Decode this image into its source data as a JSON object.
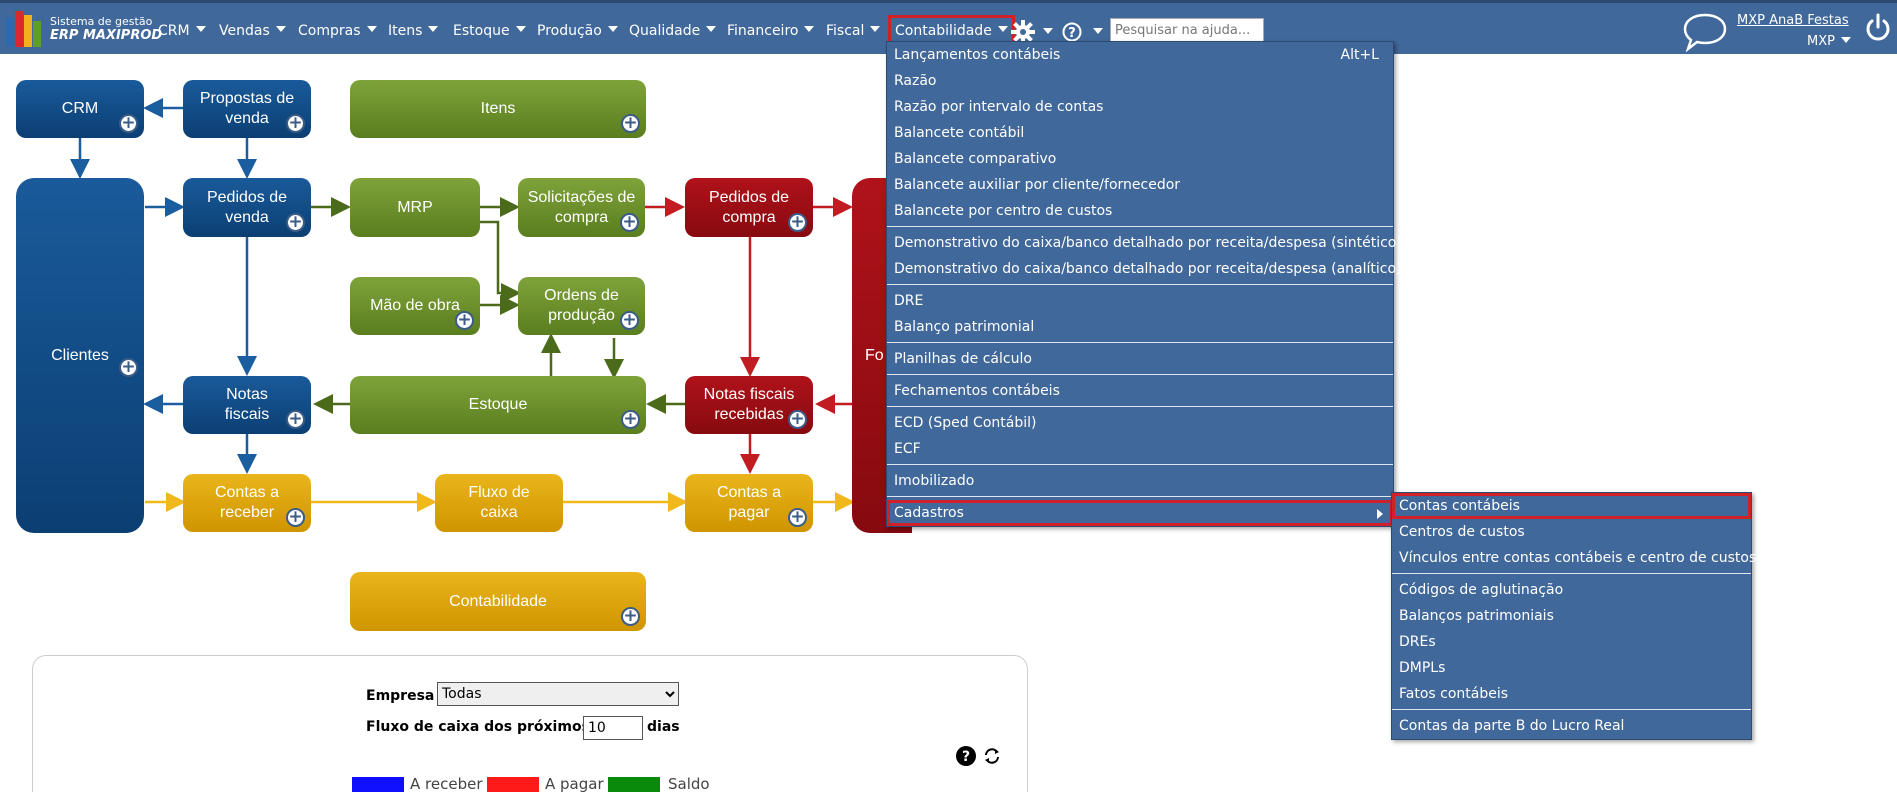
{
  "logo": {
    "line1": "Sistema de gestão",
    "line2": "ERP MAXIPROD"
  },
  "nav": [
    {
      "label": "CRM"
    },
    {
      "label": "Vendas"
    },
    {
      "label": "Compras"
    },
    {
      "label": "Itens"
    },
    {
      "label": "Estoque"
    },
    {
      "label": "Produção"
    },
    {
      "label": "Qualidade"
    },
    {
      "label": "Financeiro"
    },
    {
      "label": "Fiscal"
    },
    {
      "label": "Contabilidade"
    }
  ],
  "search": {
    "placeholder": "Pesquisar na ajuda..."
  },
  "user": {
    "name": "MXP AnaB Festas",
    "company": "MXP"
  },
  "diagram": {
    "crm": "CRM",
    "propostas": "Propostas de venda",
    "itens": "Itens",
    "clientes": "Clientes",
    "pedidos_venda": "Pedidos de venda",
    "mrp": "MRP",
    "solicitacoes": "Solicitações de compra",
    "pedidos_compra": "Pedidos de compra",
    "mao_obra": "Mão de obra",
    "ordens": "Ordens de produção",
    "notas_fiscais": "Notas fiscais",
    "estoque": "Estoque",
    "notas_recebidas": "Notas fiscais recebidas",
    "fornecedores_partial": "Fo",
    "contas_receber": "Contas a receber",
    "fluxo_caixa": "Fluxo de caixa",
    "contas_pagar": "Contas a pagar",
    "contabilidade": "Contabilidade",
    "plus": "+"
  },
  "menu_main": {
    "items": [
      {
        "label": "Lançamentos contábeis",
        "shortcut": "Alt+L"
      },
      {
        "label": "Razão"
      },
      {
        "label": "Razão por intervalo de contas"
      },
      {
        "label": "Balancete contábil"
      },
      {
        "label": "Balancete comparativo"
      },
      {
        "label": "Balancete auxiliar por cliente/fornecedor"
      },
      {
        "label": "Balancete por centro de custos"
      },
      {
        "label": "Demonstrativo do caixa/banco detalhado por receita/despesa (sintético)"
      },
      {
        "label": "Demonstrativo do caixa/banco detalhado por receita/despesa (analítico)"
      },
      {
        "label": "DRE"
      },
      {
        "label": "Balanço patrimonial"
      },
      {
        "label": "Planilhas de cálculo"
      },
      {
        "label": "Fechamentos contábeis"
      },
      {
        "label": "ECD (Sped Contábil)"
      },
      {
        "label": "ECF"
      },
      {
        "label": "Imobilizado"
      },
      {
        "label": "Cadastros"
      }
    ]
  },
  "menu_sub": {
    "items": [
      {
        "label": "Contas contábeis"
      },
      {
        "label": "Centros de custos"
      },
      {
        "label": "Vínculos entre contas contábeis e centro de custos"
      },
      {
        "label": "Códigos de aglutinação"
      },
      {
        "label": "Balanços patrimoniais"
      },
      {
        "label": "DREs"
      },
      {
        "label": "DMPLs"
      },
      {
        "label": "Fatos contábeis"
      },
      {
        "label": "Contas da parte B do Lucro Real"
      }
    ]
  },
  "panel": {
    "empresa_label": "Empresa",
    "empresa_value": "Todas",
    "fluxo_label": "Fluxo de caixa dos próximos",
    "dias_value": "10",
    "dias_label": "dias",
    "legend": [
      {
        "label": "A receber",
        "color": "#1010ff"
      },
      {
        "label": "A pagar",
        "color": "#ff1a1a"
      },
      {
        "label": "Saldo",
        "color": "#0a8a0a"
      }
    ]
  },
  "colors": {
    "bar": "#41689a",
    "highlight": "#d0202a"
  }
}
